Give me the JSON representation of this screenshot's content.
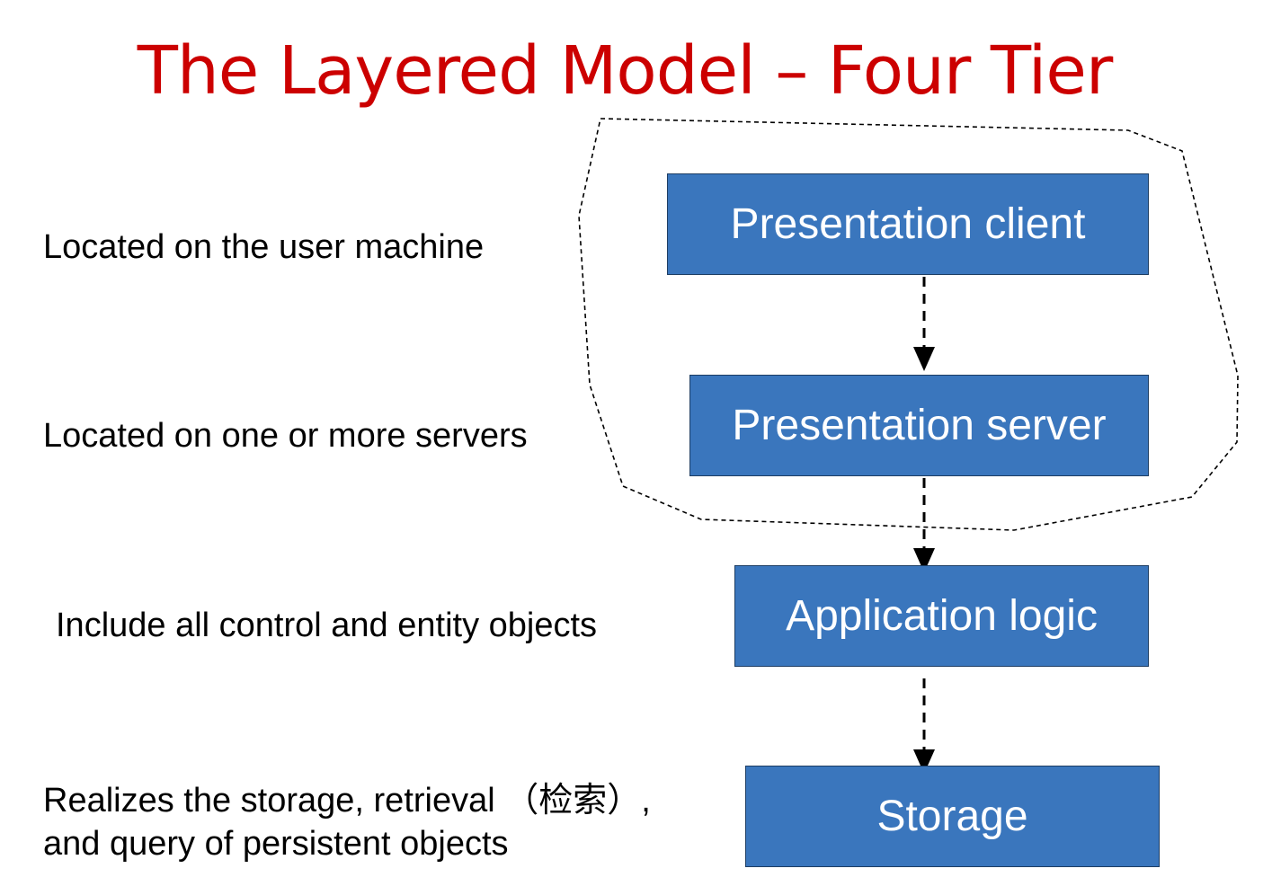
{
  "title": "The Layered Model – Four Tier",
  "tiers": [
    {
      "label": "Presentation client"
    },
    {
      "label": "Presentation server"
    },
    {
      "label": "Application logic"
    },
    {
      "label": "Storage"
    }
  ],
  "descriptions": [
    {
      "text": "Located on the user machine"
    },
    {
      "text": "Located on one or more servers"
    },
    {
      "text": "Include all control and entity objects"
    },
    {
      "lines": [
        "Realizes the storage, retrieval （检索）,",
        "and query of persistent objects"
      ]
    }
  ],
  "colors": {
    "title": "#cc0000",
    "tier_fill": "#3a76bd",
    "tier_border": "#1d3d63",
    "tier_text": "#ffffff",
    "arrow": "#000000"
  }
}
